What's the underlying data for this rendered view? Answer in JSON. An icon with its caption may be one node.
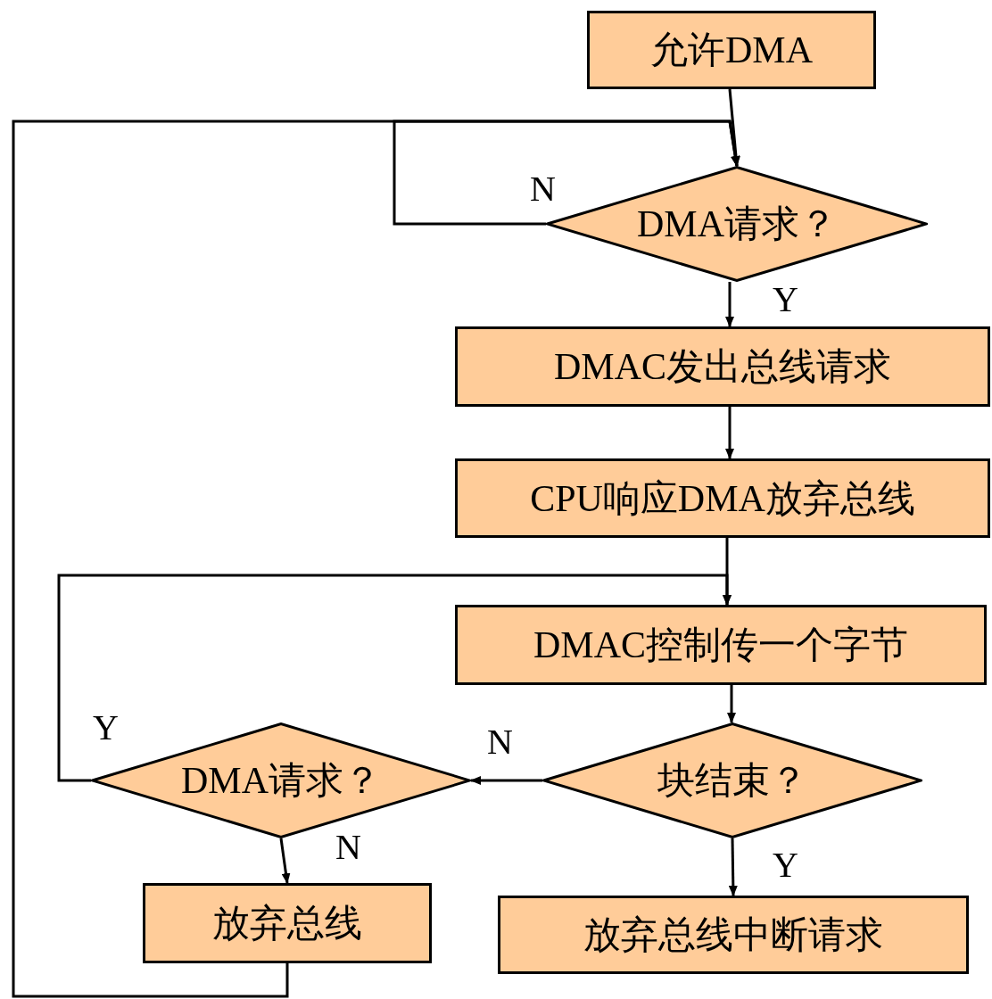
{
  "diagram": {
    "nodes": [
      {
        "text": [
          "允许DMA"
        ]
      },
      {
        "text": [
          "DMA请求？"
        ]
      },
      {
        "text": [
          "DMAC发出总线请求"
        ]
      },
      {
        "text": [
          "CPU响应DMA放弃总线"
        ]
      },
      {
        "text": [
          "DMAC控制传一个字节"
        ]
      },
      {
        "text": [
          "块结束？"
        ]
      },
      {
        "text": [
          "DMA请求？"
        ]
      },
      {
        "text": [
          "放弃总线"
        ]
      },
      {
        "text": [
          "放弃总线中断请求"
        ]
      }
    ],
    "edges": [
      {
        "from": 0,
        "to": 1,
        "arrow": "to"
      },
      {
        "from": 1,
        "to": 1,
        "label": "N",
        "arrow": "to"
      },
      {
        "from": 1,
        "to": 2,
        "label": "Y",
        "arrow": "to"
      },
      {
        "from": 2,
        "to": 3,
        "arrow": "to"
      },
      {
        "from": 3,
        "to": 4,
        "arrow": "to"
      },
      {
        "from": 4,
        "to": 5,
        "arrow": "to"
      },
      {
        "from": 5,
        "to": 6,
        "label": "N",
        "arrow": "to"
      },
      {
        "from": 5,
        "to": 8,
        "label": "Y",
        "arrow": "to"
      },
      {
        "from": 6,
        "to": 4,
        "label": "Y",
        "arrow": "to"
      },
      {
        "from": 6,
        "to": 7,
        "label": "N",
        "arrow": "to"
      },
      {
        "from": 7,
        "to": 1,
        "arrow": "to"
      }
    ]
  }
}
